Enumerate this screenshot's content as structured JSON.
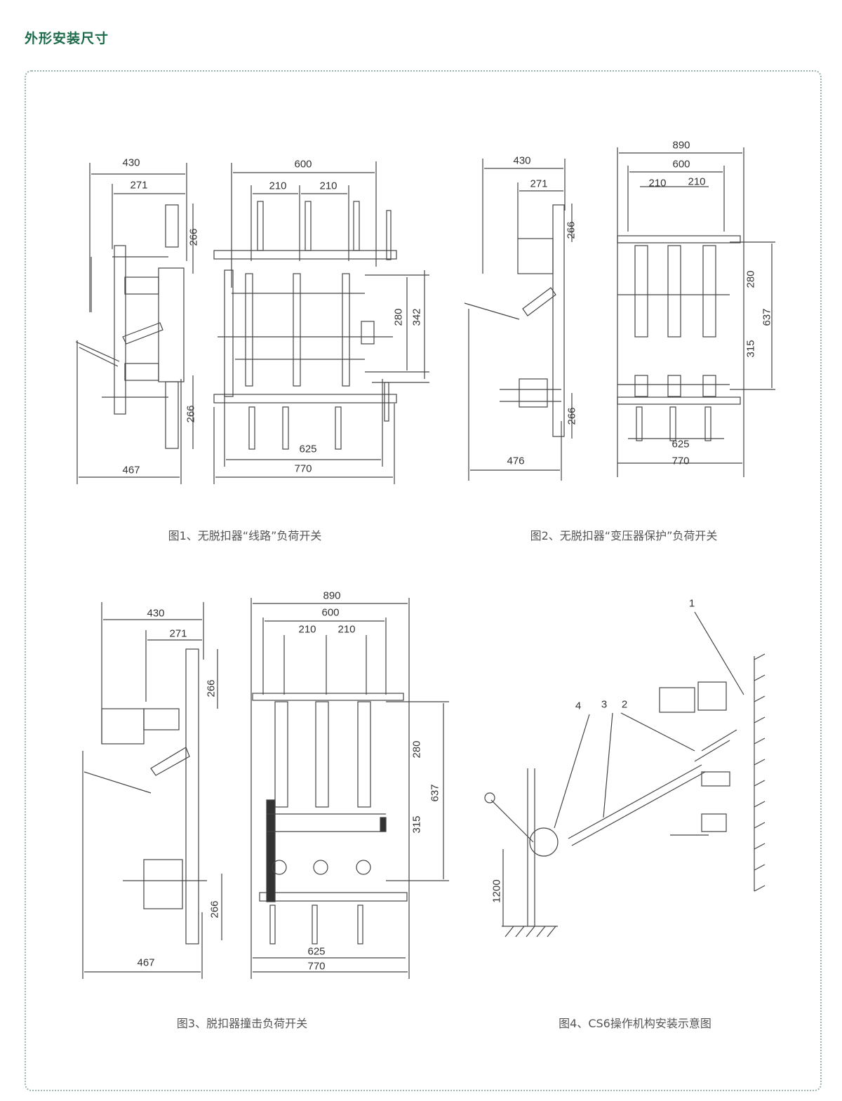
{
  "title": "外形安装尺寸",
  "figures": [
    {
      "caption": "图1、无脱扣器“线路”负荷开关",
      "dims": {
        "d430": "430",
        "d271": "271",
        "d600": "600",
        "d210a": "210",
        "d210b": "210",
        "d266a": "266",
        "d280": "280",
        "d342": "342",
        "d266b": "266",
        "d625": "625",
        "d467": "467",
        "d770": "770"
      }
    },
    {
      "caption": "图2、无脱扣器“变压器保护”负荷开关",
      "dims": {
        "d430": "430",
        "d271": "271",
        "d890": "890",
        "d600": "600",
        "d210a": "210",
        "d210b": "210",
        "d266a": "266",
        "d280": "280",
        "d637": "637",
        "d315": "315",
        "d266b": "266",
        "d625": "625",
        "d476": "476",
        "d770": "770"
      }
    },
    {
      "caption": "图3、脱扣器撞击负荷开关",
      "dims": {
        "d430": "430",
        "d271": "271",
        "d890": "890",
        "d600": "600",
        "d210a": "210",
        "d210b": "210",
        "d266a": "266",
        "d280": "280",
        "d637": "637",
        "d315": "315",
        "d266b": "266",
        "d625": "625",
        "d467": "467",
        "d770": "770"
      }
    },
    {
      "caption": "图4、CS6操作机构安装示意图",
      "dims": {
        "n1": "1",
        "n2": "2",
        "n3": "3",
        "n4": "4",
        "d1200": "1200"
      }
    }
  ]
}
